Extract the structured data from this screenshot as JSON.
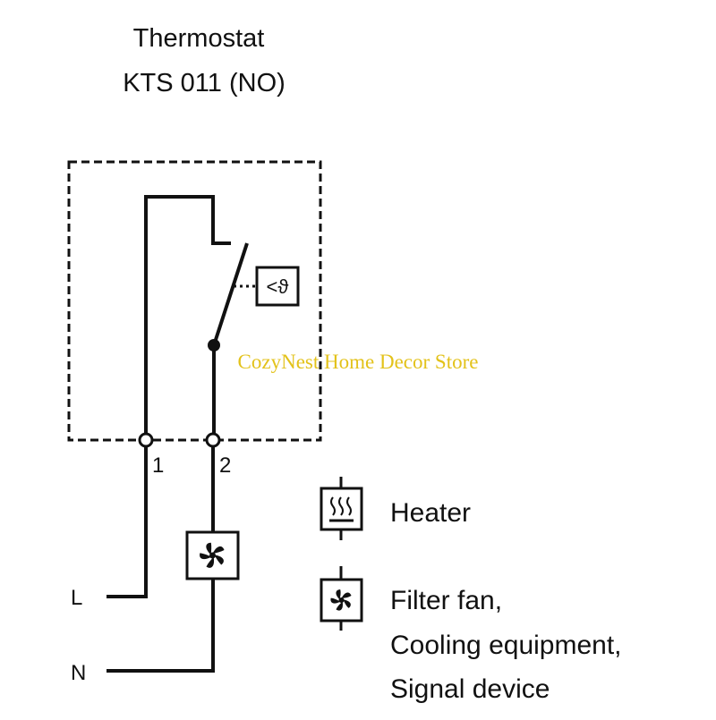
{
  "title": {
    "line1": "Thermostat",
    "line2": "KTS 011 (NO)"
  },
  "sensor_symbol": "<ϑ",
  "terminals": {
    "t1": "1",
    "t2": "2"
  },
  "lines": {
    "live": "L",
    "neutral": "N"
  },
  "legend": {
    "heater": "Heater",
    "fan_line1": "Filter fan,",
    "fan_line2": "Cooling equipment,",
    "fan_line3": "Signal device"
  },
  "watermark": "CozyNest Home Decor Store",
  "colors": {
    "ink": "#111111",
    "watermark": "#e3c21a",
    "background": "#ffffff"
  },
  "icons": [
    "heater-icon",
    "fan-icon"
  ]
}
